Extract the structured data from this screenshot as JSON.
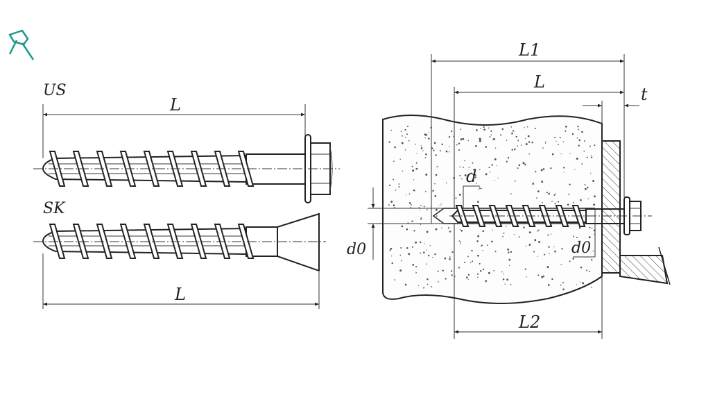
{
  "pin_icon": "pin-icon",
  "accent_color": "#1a9a8a",
  "left": {
    "us_title": "US",
    "us_length": "L",
    "sk_title": "SK",
    "sk_length": "L"
  },
  "right": {
    "l1": "L1",
    "l": "L",
    "t": "t",
    "d": "d",
    "d0_left": "d0",
    "d0_right": "d0",
    "l2": "L2"
  }
}
